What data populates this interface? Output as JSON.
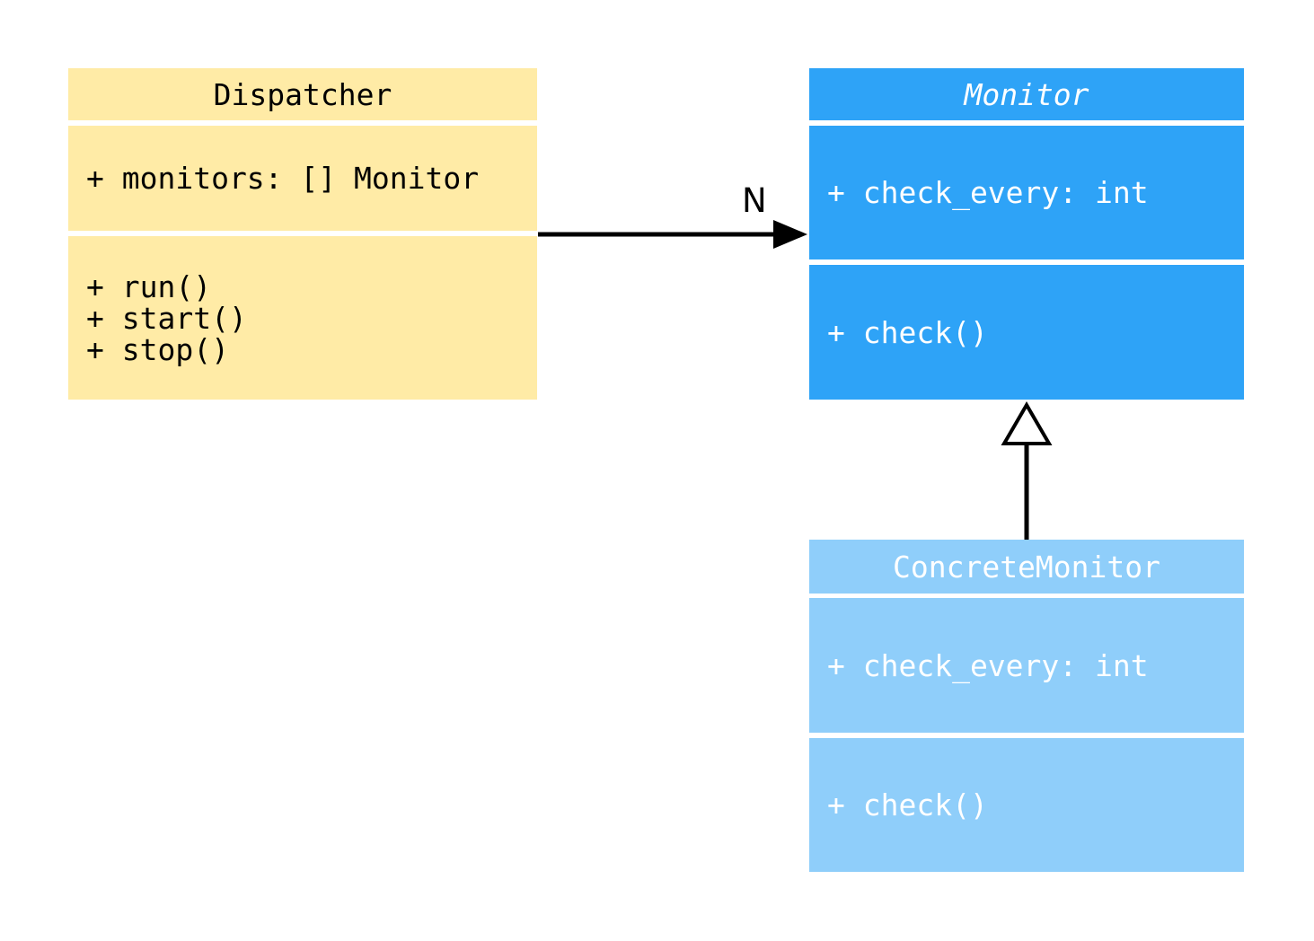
{
  "diagram": {
    "classes": [
      {
        "name": "Dispatcher",
        "title_italic": false,
        "attributes": [
          "+ monitors: [] Monitor"
        ],
        "methods": [
          "+ run()",
          "+ start()",
          "+ stop()"
        ],
        "fill": "#FFEBA6",
        "text_color": "#000000"
      },
      {
        "name": "Monitor",
        "title_italic": true,
        "attributes": [
          "+ check_every: int"
        ],
        "methods": [
          "+ check()"
        ],
        "fill": "#2EA3F7",
        "text_color": "#FFFFFF"
      },
      {
        "name": "ConcreteMonitor",
        "title_italic": false,
        "attributes": [
          "+ check_every: int"
        ],
        "methods": [
          "+ check()"
        ],
        "fill": "#8FCEFA",
        "text_color": "#FFFFFF"
      }
    ],
    "relations": [
      {
        "type": "association",
        "from": "Dispatcher",
        "to": "Monitor",
        "label": "N",
        "line_color": "#000000"
      },
      {
        "type": "inheritance",
        "from": "ConcreteMonitor",
        "to": "Monitor",
        "label": "",
        "line_color": "#000000"
      }
    ]
  }
}
